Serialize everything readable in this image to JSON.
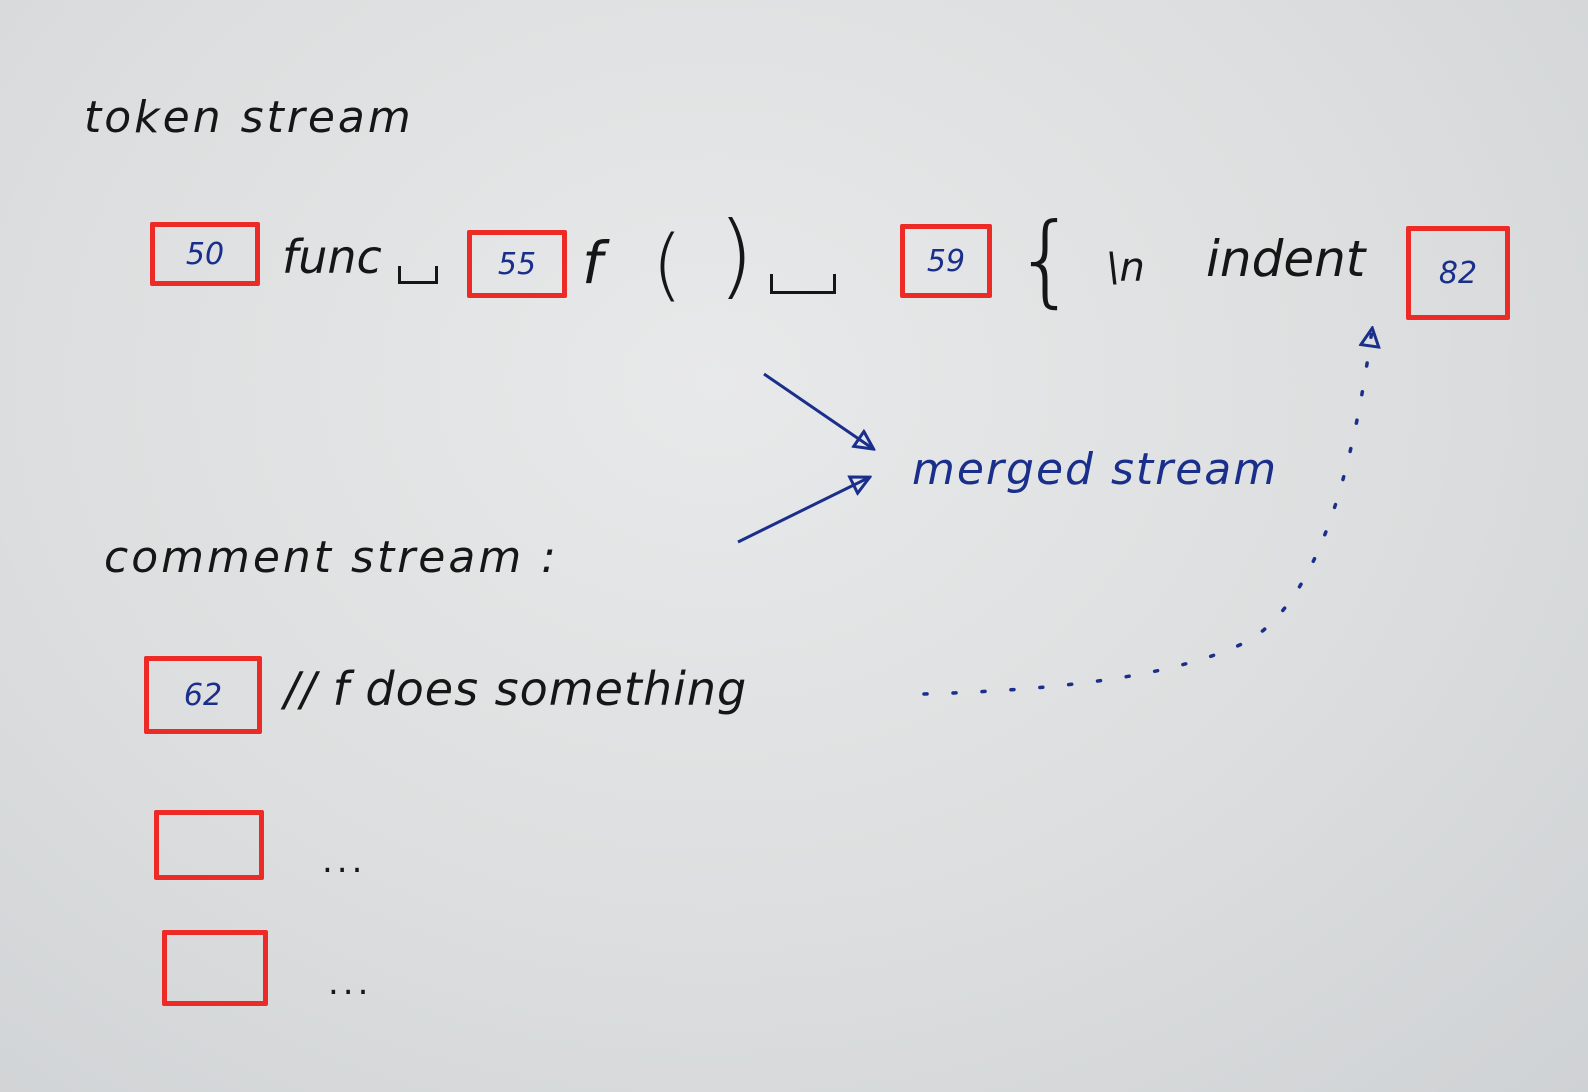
{
  "token_stream": {
    "heading": "token stream",
    "tokens": {
      "box_50": "50",
      "func": "func",
      "box_55": "55",
      "f": "f",
      "open_paren": "(",
      "close_paren": ")",
      "box_59": "59",
      "open_brace": "{",
      "newline": "\\n",
      "indent": "indent",
      "box_82": "82"
    }
  },
  "comment_stream": {
    "heading": "comment stream :",
    "items": [
      {
        "id": "62",
        "text": "// f does something"
      },
      {
        "id": "",
        "text": "..."
      },
      {
        "id": "",
        "text": "..."
      }
    ]
  },
  "merged": {
    "label": "merged stream"
  },
  "colors": {
    "box_border": "#ec2a26",
    "blue_ink": "#1a2f8c",
    "black_ink": "#161616"
  }
}
